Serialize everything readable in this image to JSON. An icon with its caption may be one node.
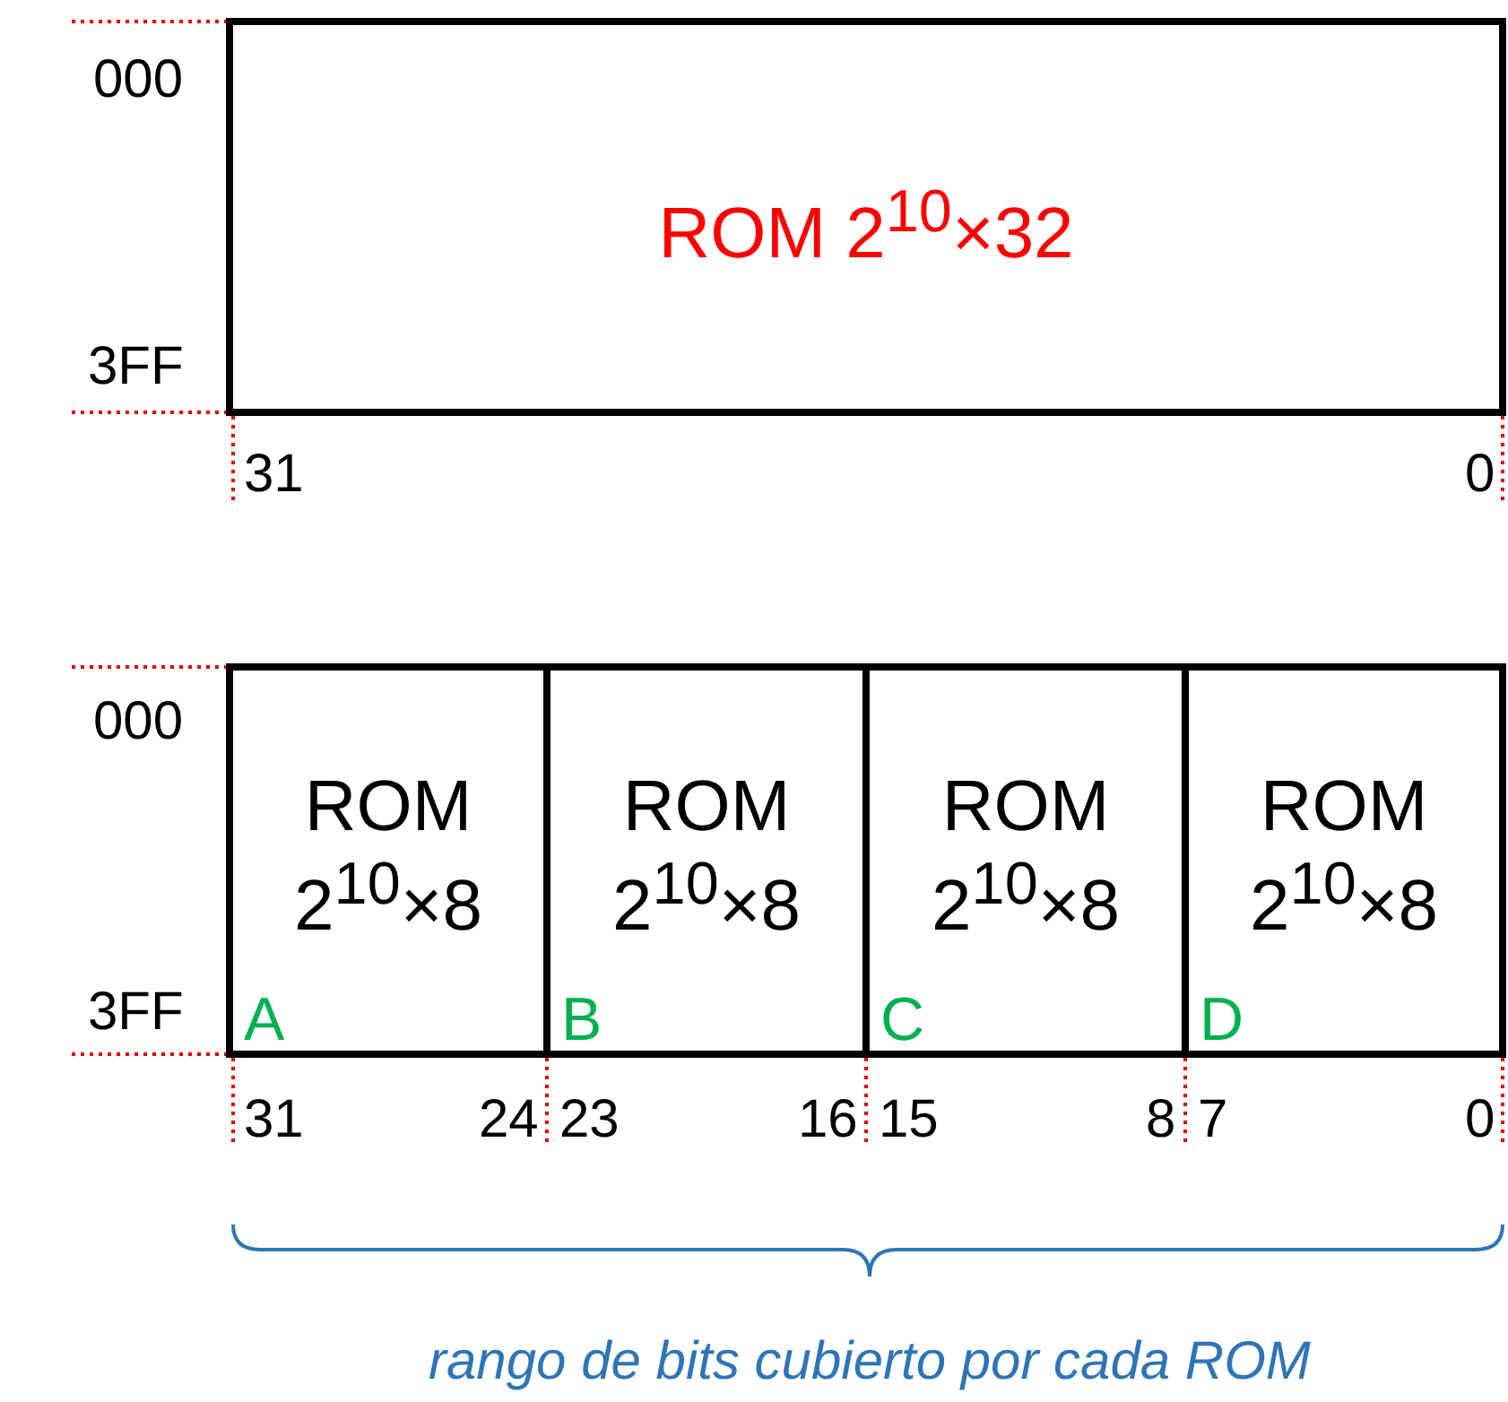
{
  "diagram": {
    "nodes": [
      {
        "text": [
          "ROM 2$^{10}$×32"
        ],
        "beside": [
          "000",
          "3FF",
          "31",
          "0"
        ]
      },
      {
        "text": [
          "ROM 2$^{10}$×8",
          "A"
        ],
        "beside": [
          "000",
          "3FF",
          "31",
          "24"
        ]
      },
      {
        "text": [
          "ROM 2$^{10}$×8",
          "B"
        ],
        "beside": [
          "23",
          "16"
        ]
      },
      {
        "text": [
          "ROM 2$^{10}$×8",
          "C"
        ],
        "beside": [
          "15",
          "8"
        ]
      },
      {
        "text": [
          "ROM 2$^{10}$×8",
          "D"
        ],
        "beside": [
          "7",
          "0"
        ]
      }
    ],
    "edges": [],
    "labels": [
      "rango de bits cubierto por cada ROM"
    ]
  }
}
